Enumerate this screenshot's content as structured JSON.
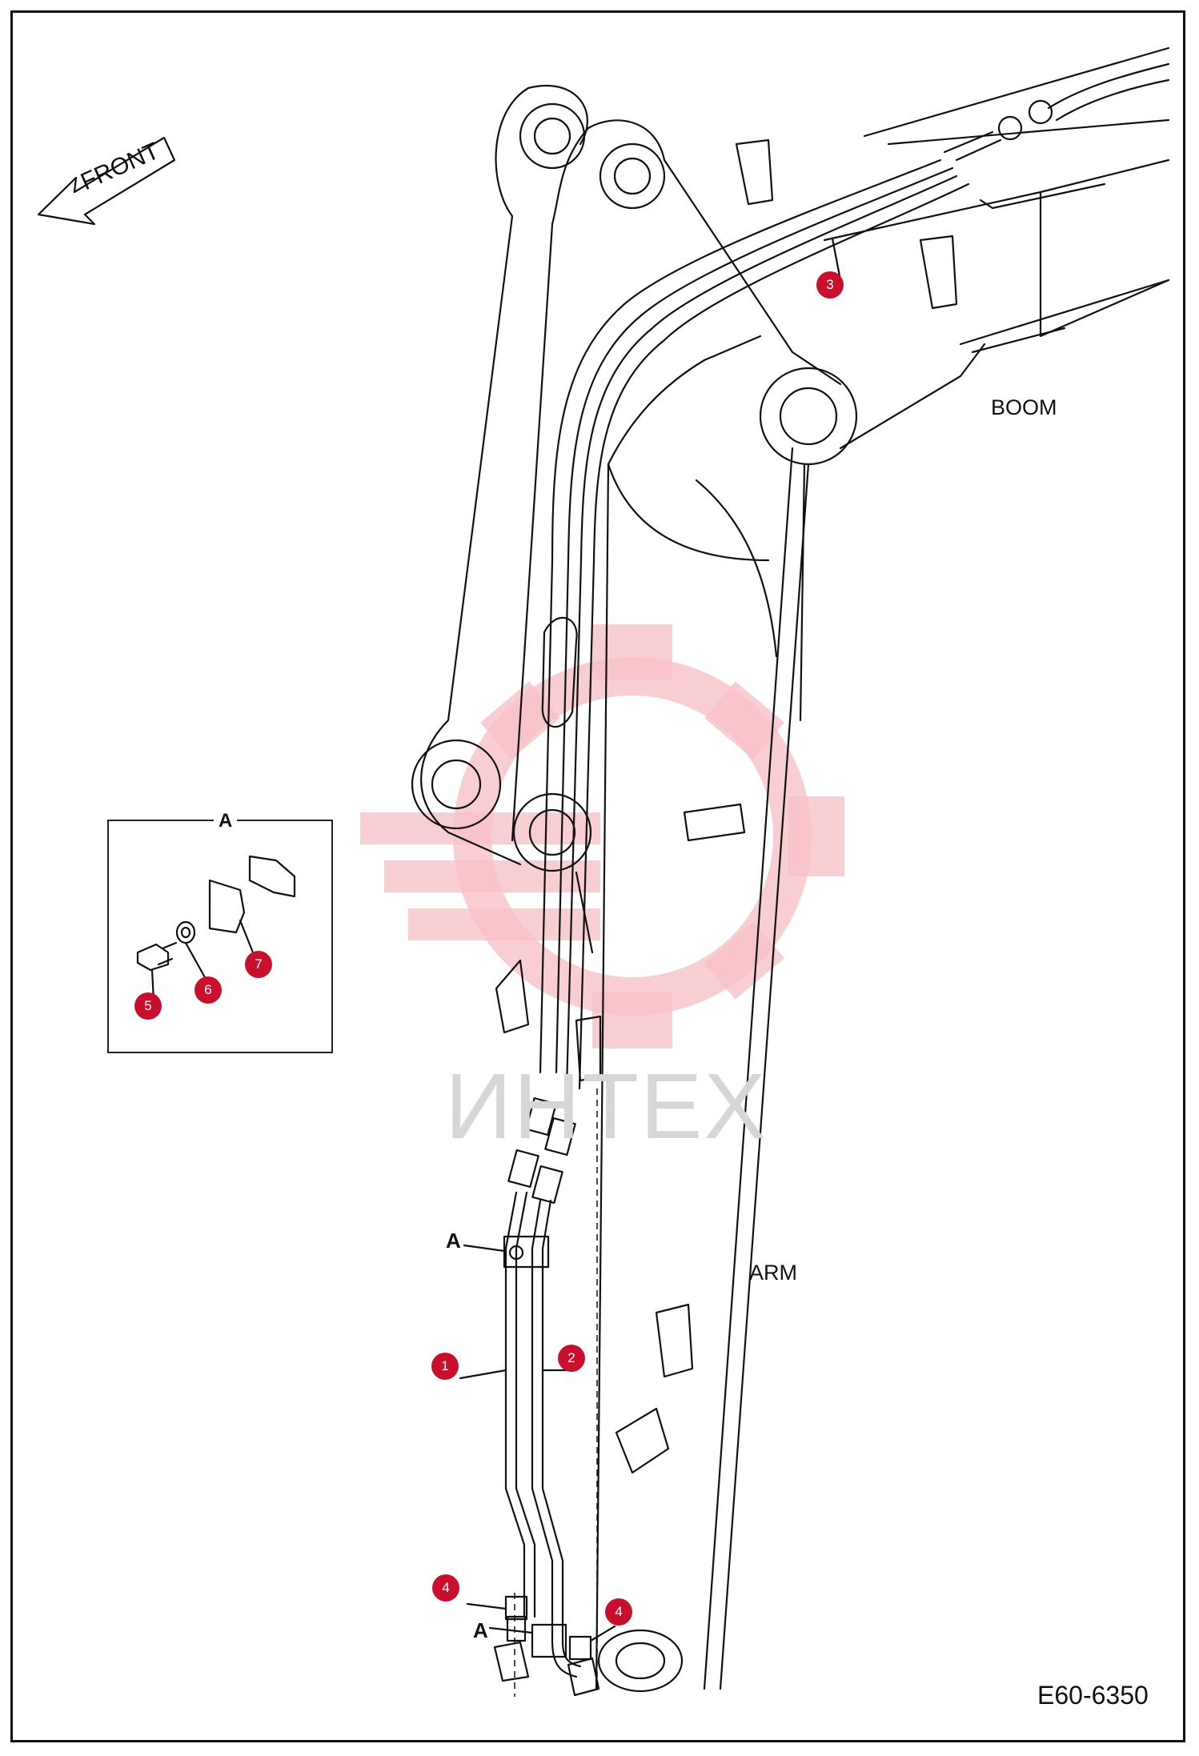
{
  "labels": {
    "front": "FRONT",
    "boom": "BOOM",
    "arm": "ARM",
    "drawing_code": "E60-6350",
    "view_a_marker_1": "A",
    "view_a_marker_2": "A",
    "detail_title": "A"
  },
  "watermark": "ИНТЕХ",
  "callouts": [
    "1",
    "2",
    "3",
    "4",
    "4",
    "5",
    "6",
    "7"
  ],
  "colors": {
    "callout_fill": "#c8102e",
    "watermark_gear": "#f4b7bd",
    "line": "#111111"
  }
}
